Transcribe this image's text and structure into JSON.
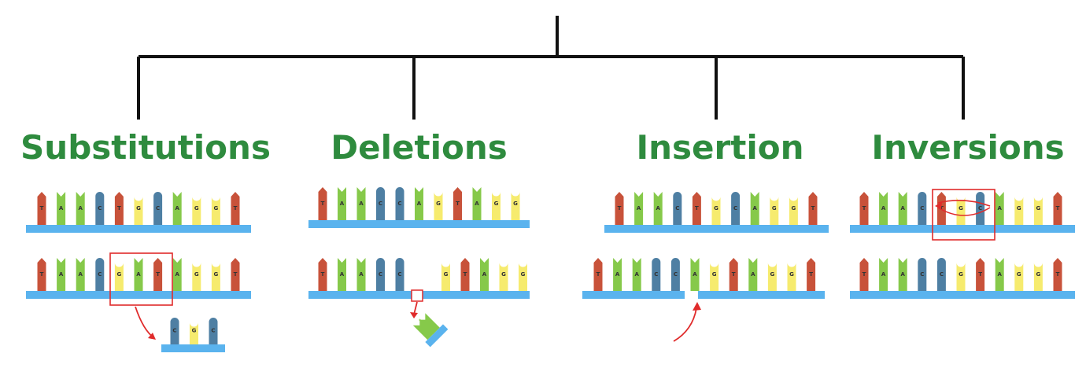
{
  "colors": {
    "title": "#2e8b3e",
    "tree": "#111111",
    "strand": "#5ab3ee",
    "highlight": "#e02b2b",
    "arrow": "#e02b2b",
    "bases": {
      "T": "#c8523a",
      "A": "#86c94a",
      "C": "#4e7fa3",
      "G": "#f6eb6e"
    }
  },
  "categories": [
    {
      "id": "substitutions",
      "title": "Substitutions"
    },
    {
      "id": "deletions",
      "title": "Deletions"
    },
    {
      "id": "insertion",
      "title": "Insertion"
    },
    {
      "id": "inversions",
      "title": "Inversions"
    }
  ],
  "sequences": {
    "substitutions_top": "TAACTGCAGGT",
    "substitutions_bottom": "TAACGATAGGT",
    "substitutions_removed": "CGC",
    "deletions_top": "TAACCAGTAGG",
    "deletions_bottom": "TAACCGTAGG",
    "deletions_removed": "A",
    "insertion_top": "TAACTGCAGGT",
    "insertion_bottom": "TAACCAGTAGGT",
    "inversions_top": "TAACTGCAGGT",
    "inversions_bottom": "TAACCGTAGGT"
  }
}
